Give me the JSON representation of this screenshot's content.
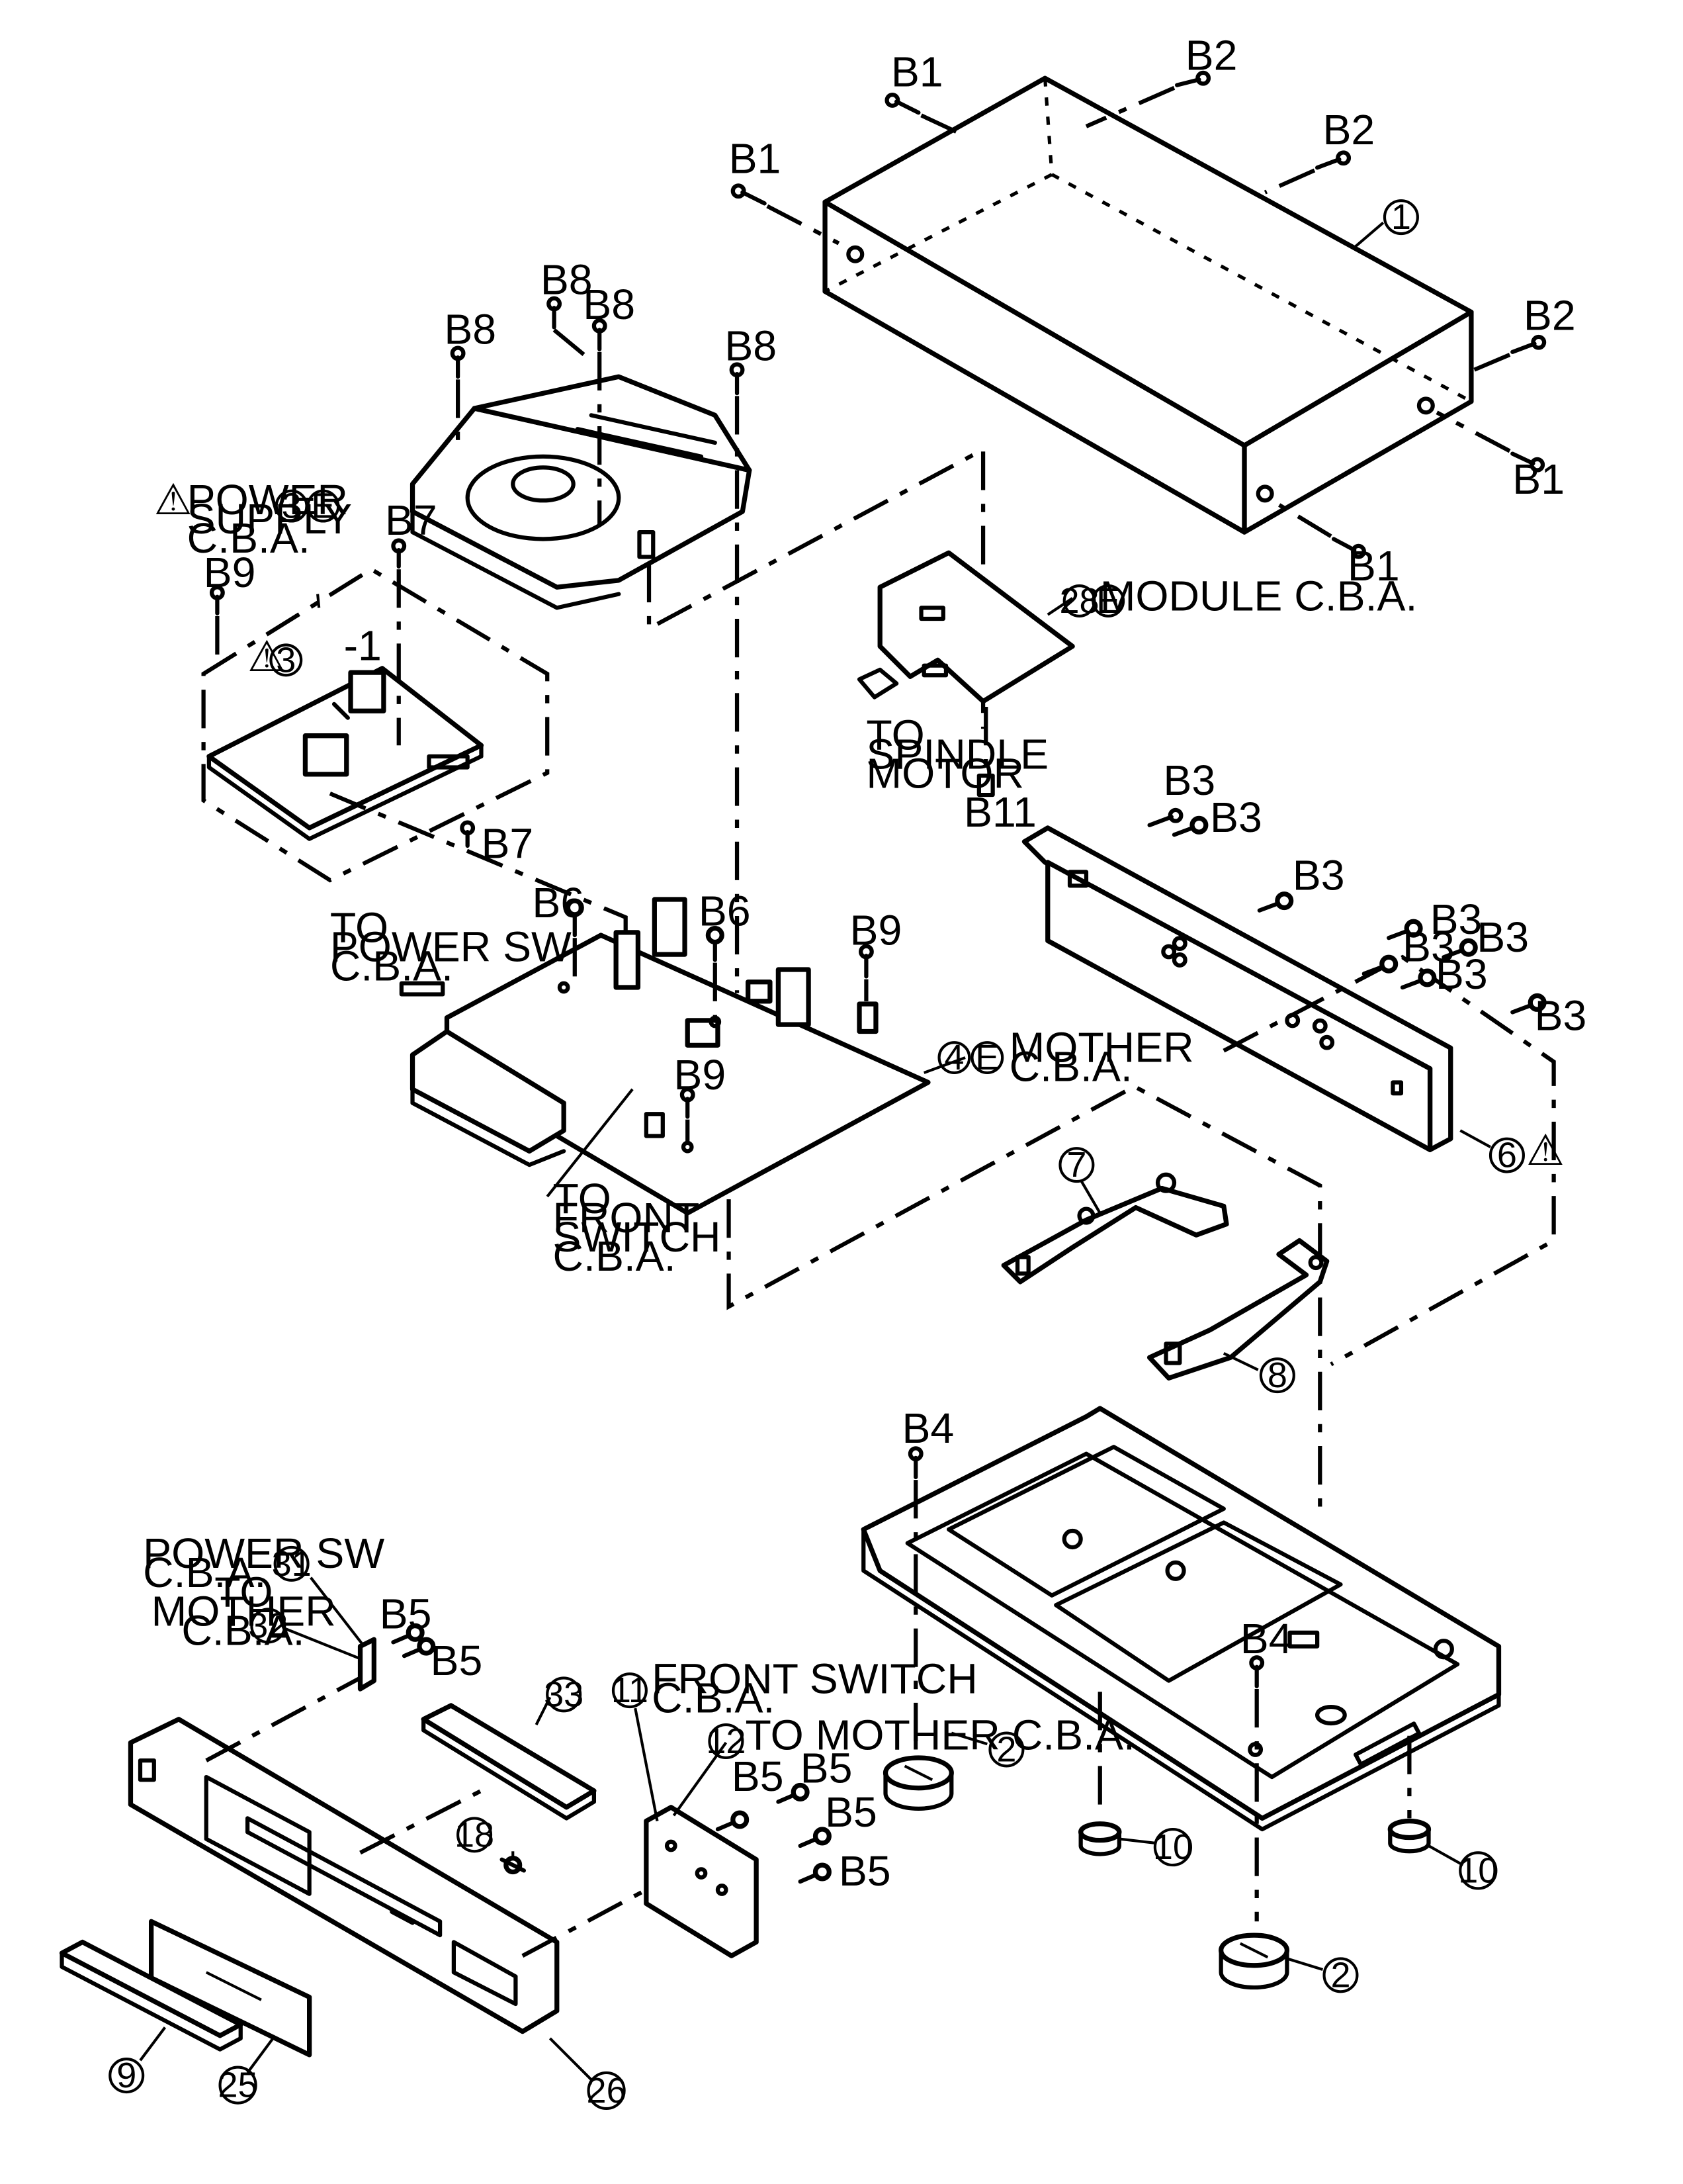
{
  "labels": {
    "b1_a": "B1",
    "b1_b": "B1",
    "b1_c": "B1",
    "b1_d": "B1",
    "b2_a": "B2",
    "b2_b": "B2",
    "b2_c": "B2",
    "b8_a": "B8",
    "b8_b": "B8",
    "b8_c": "B8",
    "b8_d": "B8",
    "b7_a": "B7",
    "b7_b": "B7",
    "b9_a": "B9",
    "b9_b": "B9",
    "b9_c": "B9",
    "b6_a": "B6",
    "b6_b": "B6",
    "b11": "B11",
    "b3_a": "B3",
    "b3_b": "B3",
    "b3_c": "B3",
    "b3_d": "B3",
    "b3_e": "B3",
    "b3_f": "B3",
    "b3_g": "B3",
    "b4_a": "B4",
    "b4_b": "B4",
    "b5_a": "B5",
    "b5_b": "B5",
    "b5_c": "B5",
    "b5_d": "B5",
    "b5_e": "B5",
    "b5_f": "B5",
    "power_supply_1": "POWER",
    "power_supply_2": "SUPPLY",
    "power_supply_3": "C.B.A.",
    "module_cba": "MODULE C.B.A.",
    "to_spindle_1": "TO",
    "to_spindle_2": "SPINDLE",
    "to_spindle_3": "MOTOR",
    "to_power_sw_1": "TO",
    "to_power_sw_2": "POWER SW",
    "to_power_sw_3": "C.B.A.",
    "mother_cba_1": "MOTHER",
    "mother_cba_2": "C.B.A.",
    "to_front_sw_1": "TO",
    "to_front_sw_2": "FRONT",
    "to_front_sw_3": "SWITCH",
    "to_front_sw_4": "C.B.A.",
    "power_sw_cba_1": "POWER SW",
    "power_sw_cba_2": "C.B.A.",
    "to_mother_1": "TO",
    "to_mother_2": "MOTHER",
    "to_mother_3": "C.B.A.",
    "front_switch_1": "FRONT SWITCH",
    "front_switch_2": "C.B.A.",
    "to_mother_cba": "TO MOTHER C.B.A.",
    "minus_one": "-1"
  },
  "callouts": {
    "c1": "1",
    "c2a": "2",
    "c2b": "2",
    "c3": "3",
    "c3sub": "3",
    "c4": "4",
    "c6": "6",
    "c7": "7",
    "c8": "8",
    "c9": "9",
    "c10a": "10",
    "c10b": "10",
    "c11": "11",
    "c12": "12",
    "c18": "18",
    "c25": "25",
    "c26": "26",
    "c28": "28",
    "c31": "31",
    "c32": "32",
    "c33": "33",
    "e3": "E",
    "e4": "E",
    "e28": "E"
  }
}
